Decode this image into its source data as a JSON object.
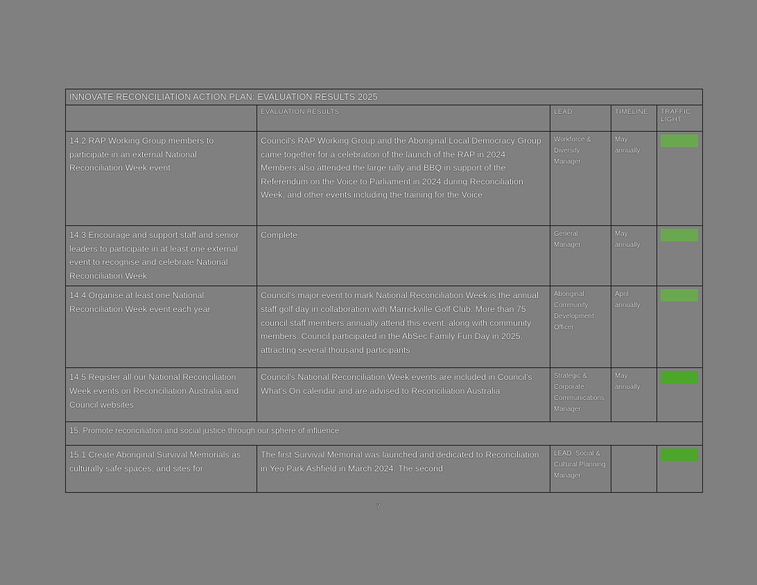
{
  "document": {
    "title": "INNOVATE RECONCILIATION ACTION PLAN: EVALUATION RESULTS 2025",
    "page_number": "7"
  },
  "colors": {
    "page_background": "#808080",
    "traffic_light_green_light": "#6aa84f",
    "traffic_light_green_bright": "#4ca62a",
    "border": "#1a1a1a",
    "text": "#f2f2f2"
  },
  "table": {
    "headers": {
      "action": "",
      "evaluation_results": "EVALUATION RESULTS",
      "lead": "LEAD",
      "timeline": "TIMELINE",
      "traffic_light": "TRAFFIC LIGHT"
    },
    "rows": [
      {
        "action": "14.2 RAP Working Group members to participate in an external National Reconciliation Week event",
        "evaluation_paragraphs": [
          "Council's RAP Working Group and the Aboriginal Local Democracy Group came together for a celebration of the launch of the RAP in 2024",
          "Members also attended the large rally and BBQ in support of the Referendum on the Voice to Parliament in 2024 during Reconciliation Week, and other events including the training for the Voice"
        ],
        "lead": "Workforce & Diversity Manager",
        "timeline": "May annually",
        "traffic_light": "#6aa84f"
      },
      {
        "action": "14.3 Encourage and support staff and senior leaders to participate in at least one external event to recognise and celebrate National Reconciliation Week",
        "evaluation_paragraphs": [
          "Complete"
        ],
        "lead": "General Manager",
        "timeline": "May annually",
        "traffic_light": "#6aa84f"
      },
      {
        "action": "14.4 Organise at least one National Reconciliation Week event each year",
        "evaluation_paragraphs": [
          "Council's major event to mark National Reconciliation Week is the annual staff golf day in collaboration with Marrickville Golf Club. More than 75 council staff members annually attend this event, along with community members. Council participated in the AbSec Family Fun Day in 2025, attracting several thousand participants"
        ],
        "lead": "Aboriginal Community Development Officer",
        "timeline": "April annually",
        "traffic_light": "#6aa84f"
      },
      {
        "action": "14.5 Register all our National Reconciliation Week events on Reconciliation Australia and Council websites",
        "evaluation_paragraphs": [
          "Council's National Reconciliation Week events are included in Council's What's On calendar and are advised to Reconciliation Australia"
        ],
        "lead": "Strategic & Corporate Communications Manager",
        "timeline": "May annually",
        "traffic_light": "#4ca62a"
      }
    ],
    "section_heading": "15. Promote reconciliation and social justice through our sphere of influence",
    "rows_after_section": [
      {
        "action": "15.1 Create Aboriginal Survival Memorials as culturally safe spaces, and sites for",
        "evaluation_paragraphs": [
          "The first Survival Memorial was launched and dedicated to Reconciliation in Yeo Park Ashfield in March 2024. The second"
        ],
        "lead": "LEAD: Social & Cultural Planning Manager",
        "timeline": "",
        "traffic_light": "#4ca62a"
      }
    ]
  }
}
